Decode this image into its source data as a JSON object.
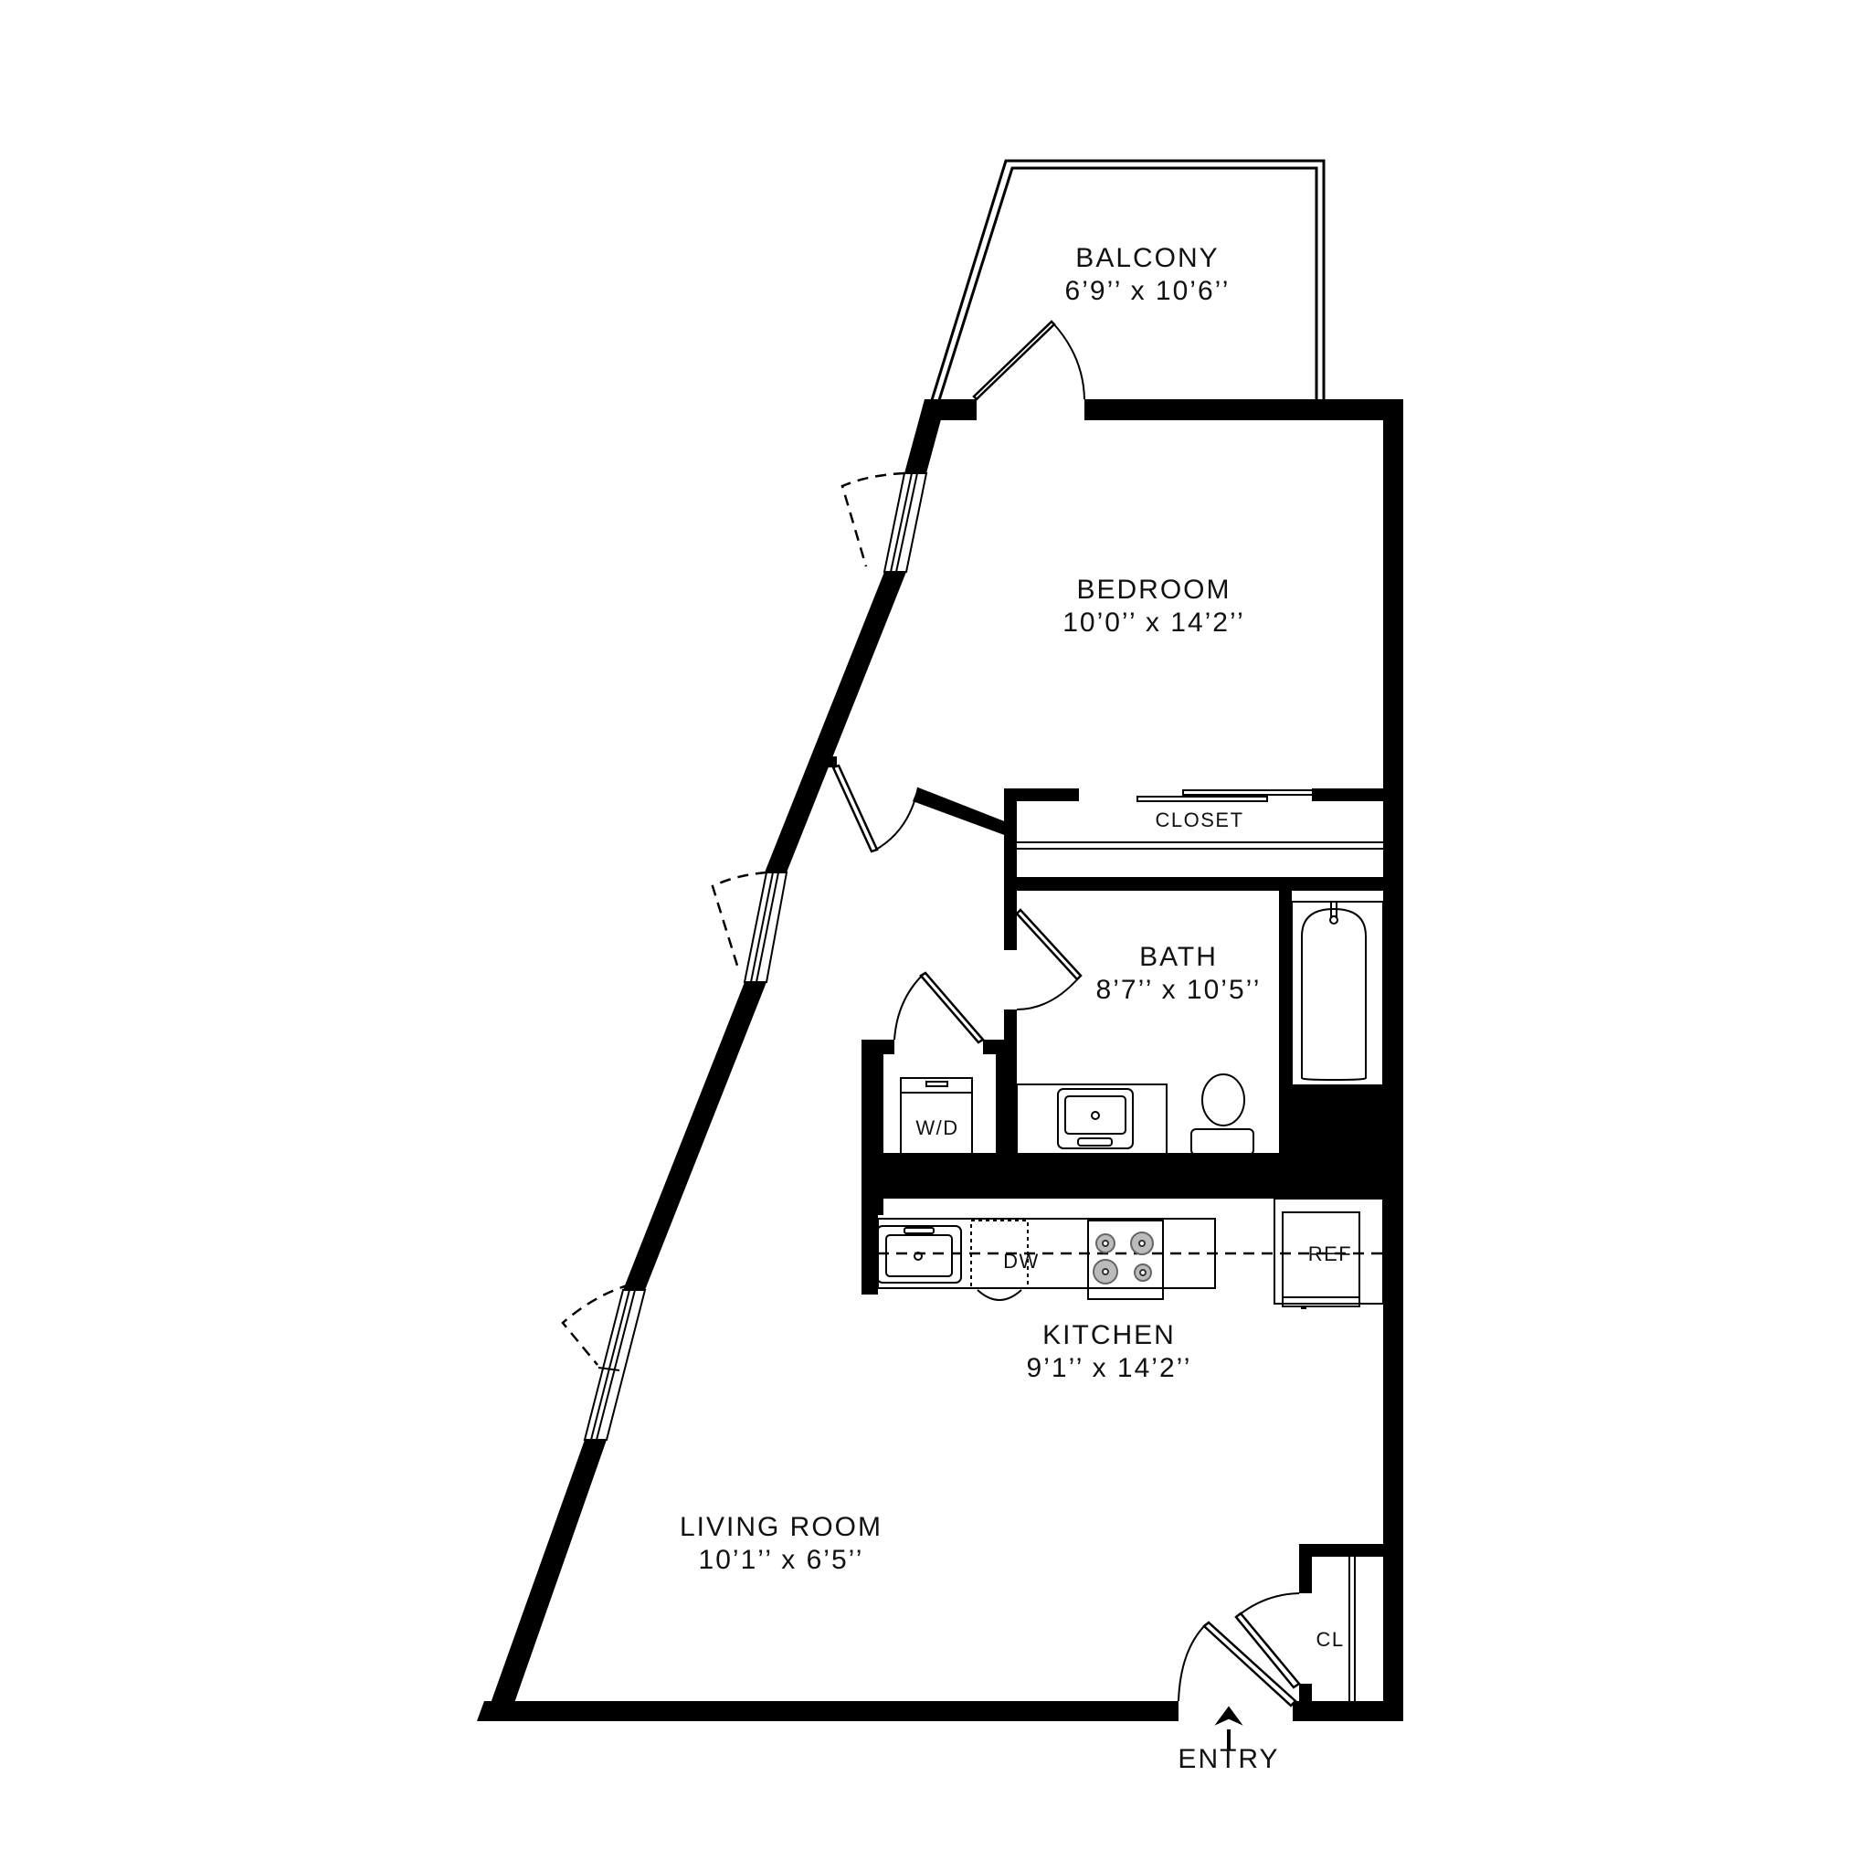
{
  "floor_plan": {
    "rooms": [
      {
        "id": "balcony",
        "name": "BALCONY",
        "dimensions": "6’9’’ x 10’6’’"
      },
      {
        "id": "bedroom",
        "name": "BEDROOM",
        "dimensions": "10’0’’ x 14’2’’"
      },
      {
        "id": "bath",
        "name": "BATH",
        "dimensions": "8’7’’ x 10’5’’"
      },
      {
        "id": "kitchen",
        "name": "KITCHEN",
        "dimensions": "9’1’’ x 14’2’’"
      },
      {
        "id": "living_room",
        "name": "LIVING ROOM",
        "dimensions": "10’1’’ x 6’5’’"
      }
    ],
    "closets": {
      "bedroom_closet": "CLOSET",
      "entry_closet": "CL"
    },
    "appliances": {
      "washer_dryer": "W/D",
      "dishwasher": "DW",
      "refrigerator": "REF"
    },
    "entry": {
      "label": "ENTRY",
      "icon": "arrow-up-icon"
    },
    "colors": {
      "wall": "#000000",
      "background": "#ffffff"
    }
  }
}
